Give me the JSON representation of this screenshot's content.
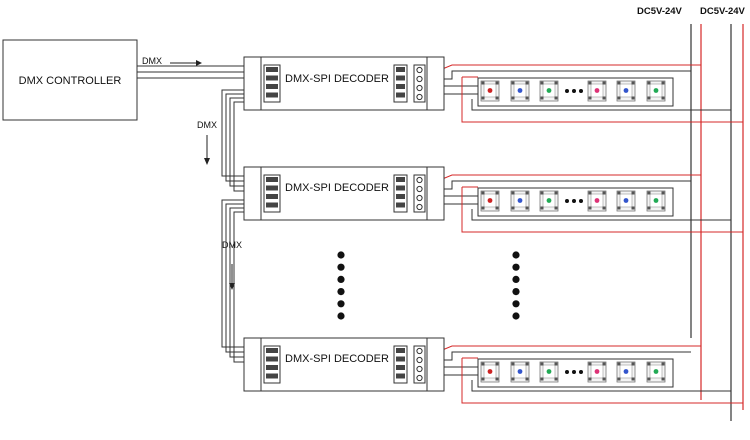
{
  "controller": {
    "label": "DMX CONTROLLER"
  },
  "signal_label": "DMX",
  "power_labels": [
    "DC5V-24V",
    "DC5V-24V"
  ],
  "decoders": [
    {
      "label": "DMX-SPI DECODER"
    },
    {
      "label": "DMX-SPI DECODER"
    },
    {
      "label": "DMX-SPI DECODER"
    }
  ],
  "led_pixel_colors": [
    "#cc2222",
    "#3355cc",
    "#22aa55",
    "#dd3377",
    "#3355cc",
    "#22aa55"
  ],
  "colors": {
    "power_wire": "#d62828",
    "line": "#333333"
  }
}
